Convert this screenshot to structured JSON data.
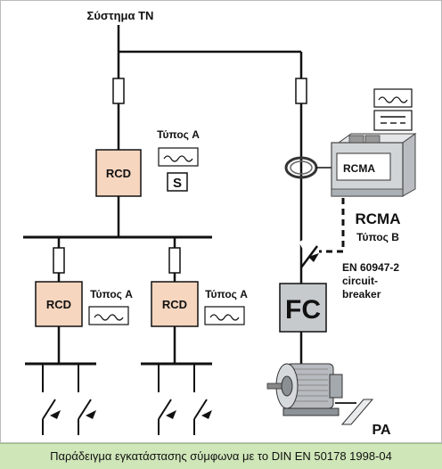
{
  "title": "Σύστημα TN",
  "rcd_label": "RCD",
  "type_a_label": "Τύπος A",
  "s_label": "S",
  "rcma_device_label": "RCMA",
  "rcma_label": "RCMA",
  "type_b_label": "Τύπος B",
  "breaker_line1": "EN 60947-2",
  "breaker_line2": "circuit-",
  "breaker_line3": "breaker",
  "fc_label": "FC",
  "pa_label": "PA",
  "caption": "Παράδειγμα εγκατάστασης σύμφωνα με το DIN EN 50178 1998-04",
  "colors": {
    "rcd_fill": "#f6d6bf",
    "fc_fill": "#c6cacd",
    "caption_bg": "#cfe6b8",
    "line": "#111111"
  }
}
